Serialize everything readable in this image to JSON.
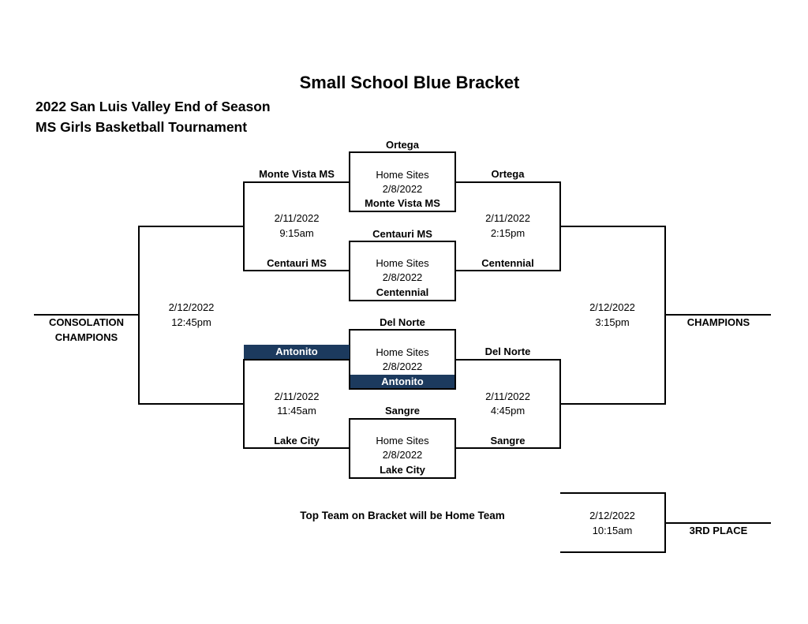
{
  "title": "Small School Blue Bracket",
  "subtitle_line1": "2022 San Luis Valley End of Season",
  "subtitle_line2": "MS Girls Basketball Tournament",
  "highlight_color": "#1c3a5e",
  "first_round": [
    {
      "top_team": "Ortega",
      "venue": "Home Sites",
      "date": "2/8/2022",
      "bottom_team": "Monte Vista MS"
    },
    {
      "top_team": "Centauri MS",
      "venue": "Home Sites",
      "date": "2/8/2022",
      "bottom_team": "Centennial"
    },
    {
      "top_team": "Del Norte",
      "venue": "Home Sites",
      "date": "2/8/2022",
      "bottom_team": "Antonito"
    },
    {
      "top_team": "Sangre",
      "venue": "Home Sites",
      "date": "2/8/2022",
      "bottom_team": "Lake City"
    }
  ],
  "consolation_side": {
    "semis": [
      {
        "top_team": "Monte Vista MS",
        "date": "2/11/2022",
        "time": "9:15am",
        "bottom_team": "Centauri MS"
      },
      {
        "top_team": "Antonito",
        "date": "2/11/2022",
        "time": "11:45am",
        "bottom_team": "Lake City"
      }
    ],
    "final": {
      "date": "2/12/2022",
      "time": "12:45pm"
    },
    "result_label": "CONSOLATION\nCHAMPIONS",
    "result_line1": "CONSOLATION",
    "result_line2": "CHAMPIONS"
  },
  "championship_side": {
    "semis": [
      {
        "top_team": "Ortega",
        "date": "2/11/2022",
        "time": "2:15pm",
        "bottom_team": "Centennial"
      },
      {
        "top_team": "Del Norte",
        "date": "2/11/2022",
        "time": "4:45pm",
        "bottom_team": "Sangre"
      }
    ],
    "final": {
      "date": "2/12/2022",
      "time": "3:15pm"
    },
    "result_label": "CHAMPIONS"
  },
  "third_place": {
    "date": "2/12/2022",
    "time": "10:15am",
    "label": "3RD PLACE"
  },
  "note": "Top Team on Bracket will be Home Team"
}
